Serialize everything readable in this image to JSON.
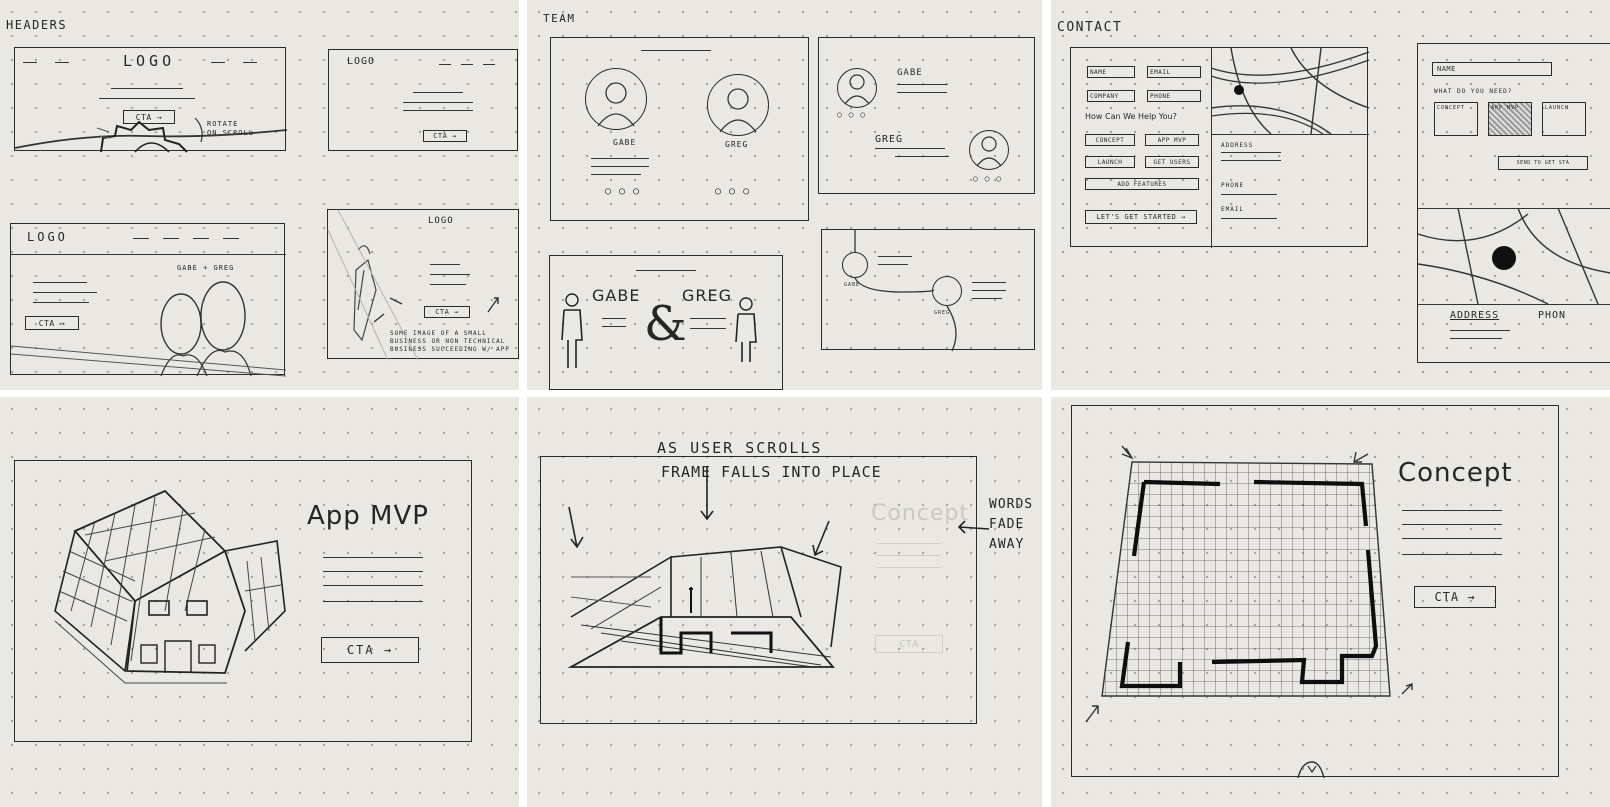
{
  "sections": {
    "headers": "HEADERS",
    "team": "TEAM",
    "contact": "CONTACT"
  },
  "headers": {
    "logo": "LOGO",
    "cta": "CTA →",
    "note_rotate": "ROTATE\nON SCROLL",
    "note_gabe_greg": "GABE + GREG",
    "note_image": "SOME IMAGE OF A SMALL\nBUSINESS OR NON TECHNICAL\nBUSINESS SUCCEEDING W/ APP"
  },
  "team": {
    "gabe": "GABE",
    "greg": "GREG",
    "ampersand": "&",
    "dots": "○ ○ ○"
  },
  "contact": {
    "name": "NAME",
    "email": "EMAIL",
    "company": "COMPANY",
    "phone": "PHONE",
    "question": "How Can We Help You?",
    "options": [
      "CONCEPT",
      "APP MVP",
      "LAUNCH",
      "GET USERS",
      "ADD FEATURES"
    ],
    "cta": "LET'S GET STARTED →",
    "address": "ADDRESS",
    "phone_label": "PHONE",
    "email_label": "EMAIL",
    "name_field": "NAME",
    "what_need": "WHAT DO YOU NEED?",
    "concept": "CONCEPT",
    "app_mvp": "APP MVP",
    "launch": "LAUNCH",
    "send": "SEND TO GET STA",
    "address_tab": "ADDRESS",
    "phone_tab": "PHON"
  },
  "bottom": {
    "app_mvp_title": "App MVP",
    "cta": "CTA →",
    "scroll_note_1": "AS USER SCROLLS",
    "scroll_note_2": "FRAME FALLS INTO PLACE",
    "words_fade": "WORDS\nFADE\nAWAY",
    "ghost_title": "Concept",
    "ghost_cta": "CTA",
    "concept_title": "Concept"
  }
}
